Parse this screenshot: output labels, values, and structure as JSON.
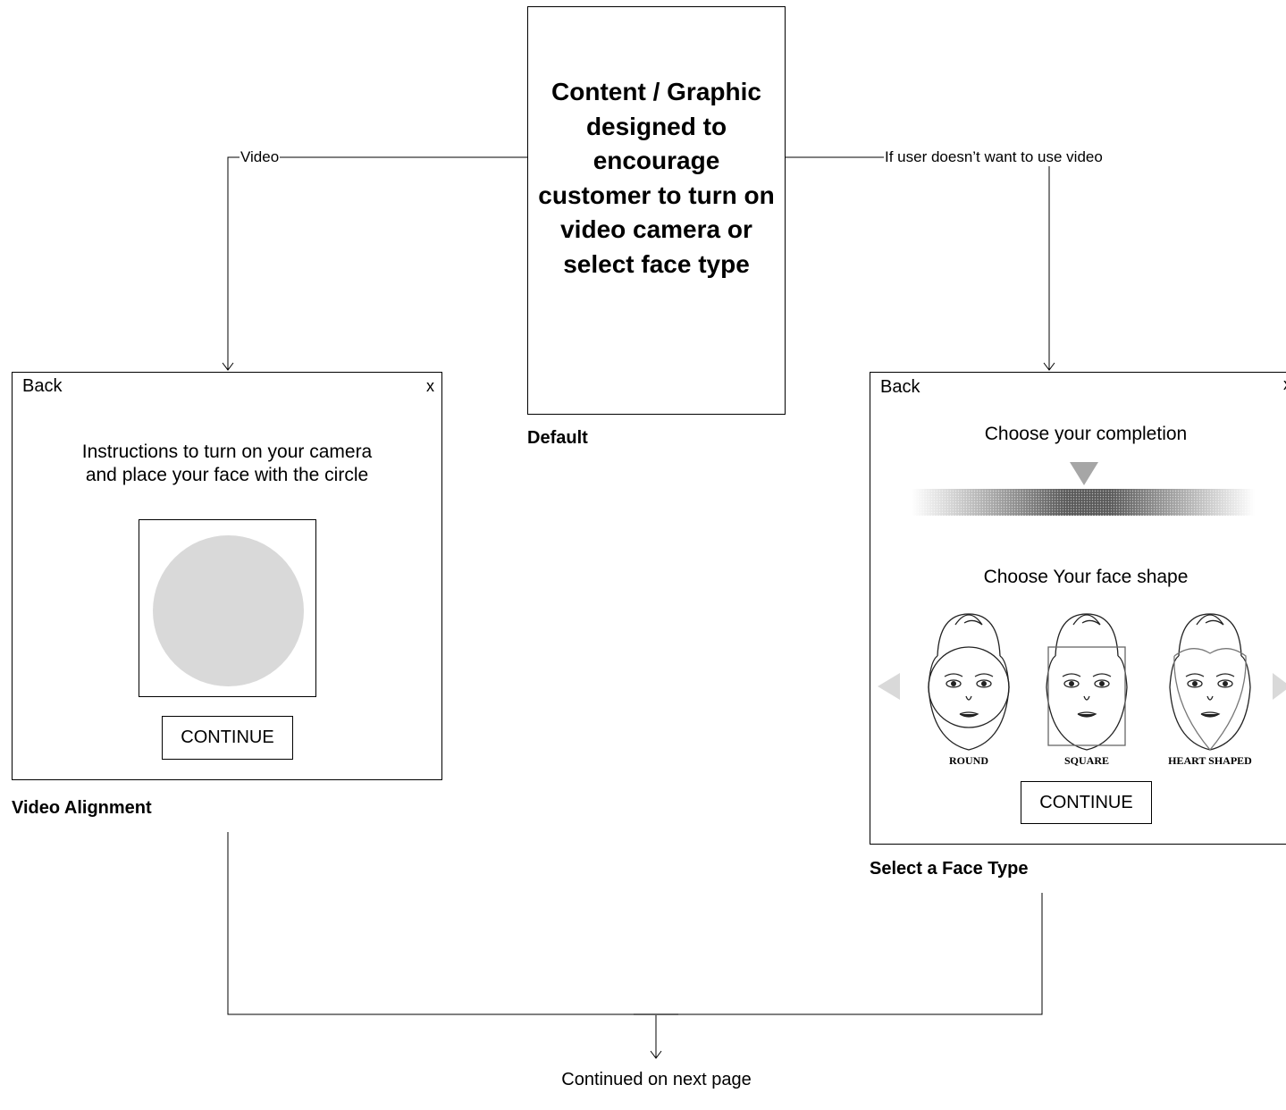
{
  "default_screen": {
    "content_text": "Content / Graphic designed to encourage customer to turn on video camera or select face type",
    "caption": "Default"
  },
  "edges": {
    "video_label": "Video",
    "no_video_label": "If user doesn’t want to use video"
  },
  "video_alignment": {
    "back_label": "Back",
    "close_label": "x",
    "instructions_line1": "Instructions to turn on your camera",
    "instructions_line2": "and place your face with the circle",
    "continue_label": "CONTINUE",
    "caption": "Video Alignment",
    "circle_color": "#d9d9d9"
  },
  "face_type": {
    "back_label": "Back",
    "completion_heading": "Choose your completion",
    "face_shape_heading": "Choose Your face shape",
    "faces": [
      {
        "label": "ROUND",
        "shape": "round"
      },
      {
        "label": "SQUARE",
        "shape": "square"
      },
      {
        "label": "HEART SHAPED",
        "shape": "heart"
      }
    ],
    "continue_label": "CONTINUE",
    "caption": "Select a Face Type"
  },
  "footer": {
    "continued_text": "Continued on next page"
  }
}
